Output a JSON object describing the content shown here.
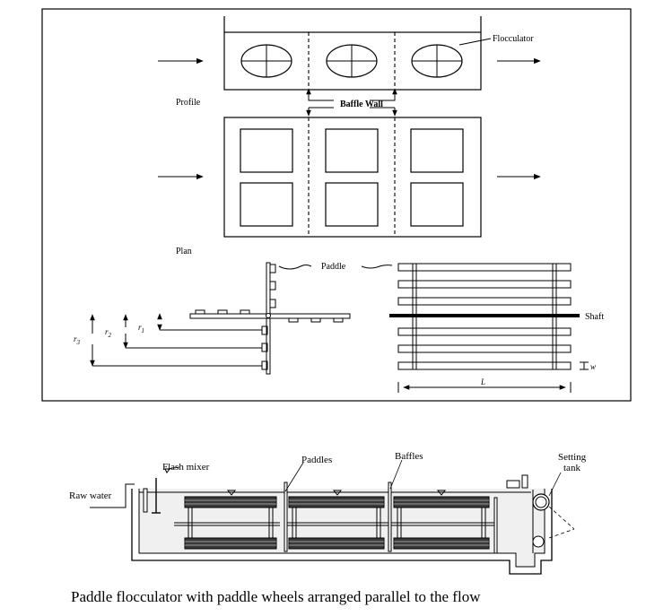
{
  "top_figure": {
    "flocculator_label": "Flocculator",
    "baffle_wall_label": "Baffle Wall",
    "profile_label": "Profile",
    "plan_label": "Plan",
    "paddle_label": "Paddle",
    "shaft_label": "Shaft",
    "r1_label": "r",
    "r1_sub": "1",
    "r2_label": "r",
    "r2_sub": "2",
    "r3_label": "r",
    "r3_sub": "3",
    "w_label": "w",
    "l_label": "L"
  },
  "bottom_figure": {
    "raw_water_label": "Raw water",
    "flash_mixer_label": "Flash mixer",
    "paddles_label": "Paddles",
    "baffles_label": "Baffles",
    "settling_tank_label_line1": "Setting",
    "settling_tank_label_line2": "tank"
  },
  "caption": "Paddle flocculator with paddle wheels arranged parallel to the flow"
}
